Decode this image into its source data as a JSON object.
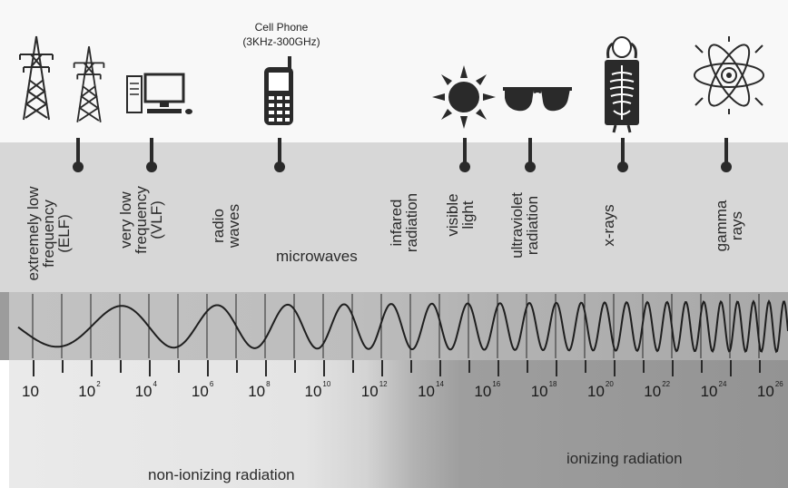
{
  "callout": {
    "line1": "Cell Phone",
    "line2": "(3KHz-300GHz)"
  },
  "icons": [
    {
      "name": "power-tower-icon"
    },
    {
      "name": "power-tower-icon"
    },
    {
      "name": "desktop-computer-icon"
    },
    {
      "name": "cell-phone-icon"
    },
    {
      "name": "sun-icon"
    },
    {
      "name": "sunglasses-icon"
    },
    {
      "name": "x-ray-dog-icon"
    },
    {
      "name": "atom-icon"
    }
  ],
  "spectrum_labels": {
    "elf": "extremely low\nfrequency\n(ELF)",
    "vlf": "very low\nfrequency\n(VLF)",
    "radio": "radio\nwaves",
    "microwaves": "microwaves",
    "infrared": "infared\nradiation",
    "visible": "visible\nlight",
    "ultraviolet": "ultraviolet\nradiation",
    "xrays": "x-rays",
    "gamma": "gamma\nrays"
  },
  "scale": {
    "base": "10",
    "exponents": [
      "",
      "2",
      "4",
      "6",
      "8",
      "10",
      "12",
      "14",
      "16",
      "18",
      "20",
      "22",
      "24",
      "26"
    ]
  },
  "regions": {
    "non_ionizing": "non-ionizing radiation",
    "ionizing": "ionizing radiation"
  },
  "colors": {
    "dark": "#2a2a2a",
    "top_band": "#f8f8f8",
    "mid_band": "#d7d7d7",
    "wave_band": "#bdbdbd"
  }
}
